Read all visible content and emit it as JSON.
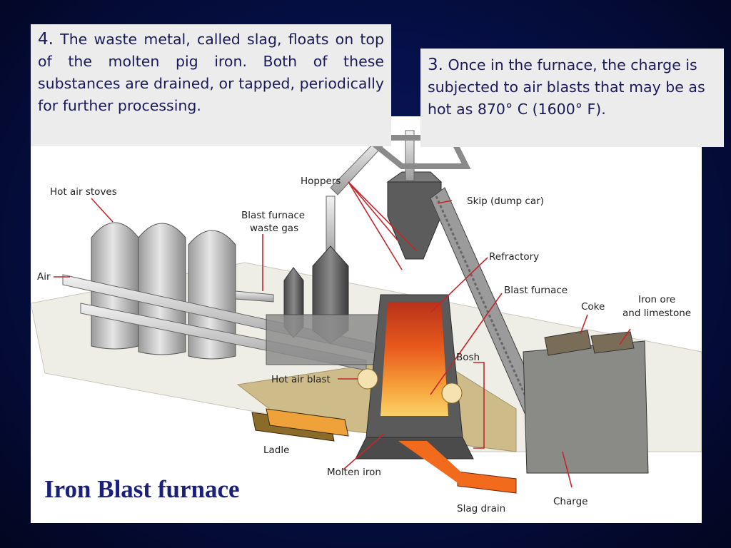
{
  "slide": {
    "title": "Iron Blast furnace"
  },
  "callouts": {
    "step4": {
      "number": "4.",
      "text": "The waste metal, called slag, floats on top of the molten pig iron. Both of these substances are drained, or tapped, periodically for further processing."
    },
    "step3": {
      "number": "3.",
      "text": "Once in the furnace, the charge is subjected to air blasts that may be as hot as 870° C (1600° F)."
    }
  },
  "diagram": {
    "labels": {
      "hot_air_stoves": "Hot air stoves",
      "air": "Air",
      "waste_gas_line1": "Blast furnace",
      "waste_gas_line2": "waste gas",
      "hoppers": "Hoppers",
      "skip": "Skip (dump car)",
      "refractory": "Refractory",
      "blast_furnace": "Blast furnace",
      "coke": "Coke",
      "ore_line1": "Iron ore",
      "ore_line2": "and limestone",
      "hot_air_blast": "Hot air blast",
      "bosh": "Bosh",
      "ladle": "Ladle",
      "molten_iron": "Molten iron",
      "slag_drain": "Slag drain",
      "charge": "Charge"
    },
    "colors": {
      "leader_line": "#c2272d",
      "molten": "#f26a1b",
      "metal_light": "#d9d9d9",
      "metal_dark": "#6d6d6d"
    }
  }
}
